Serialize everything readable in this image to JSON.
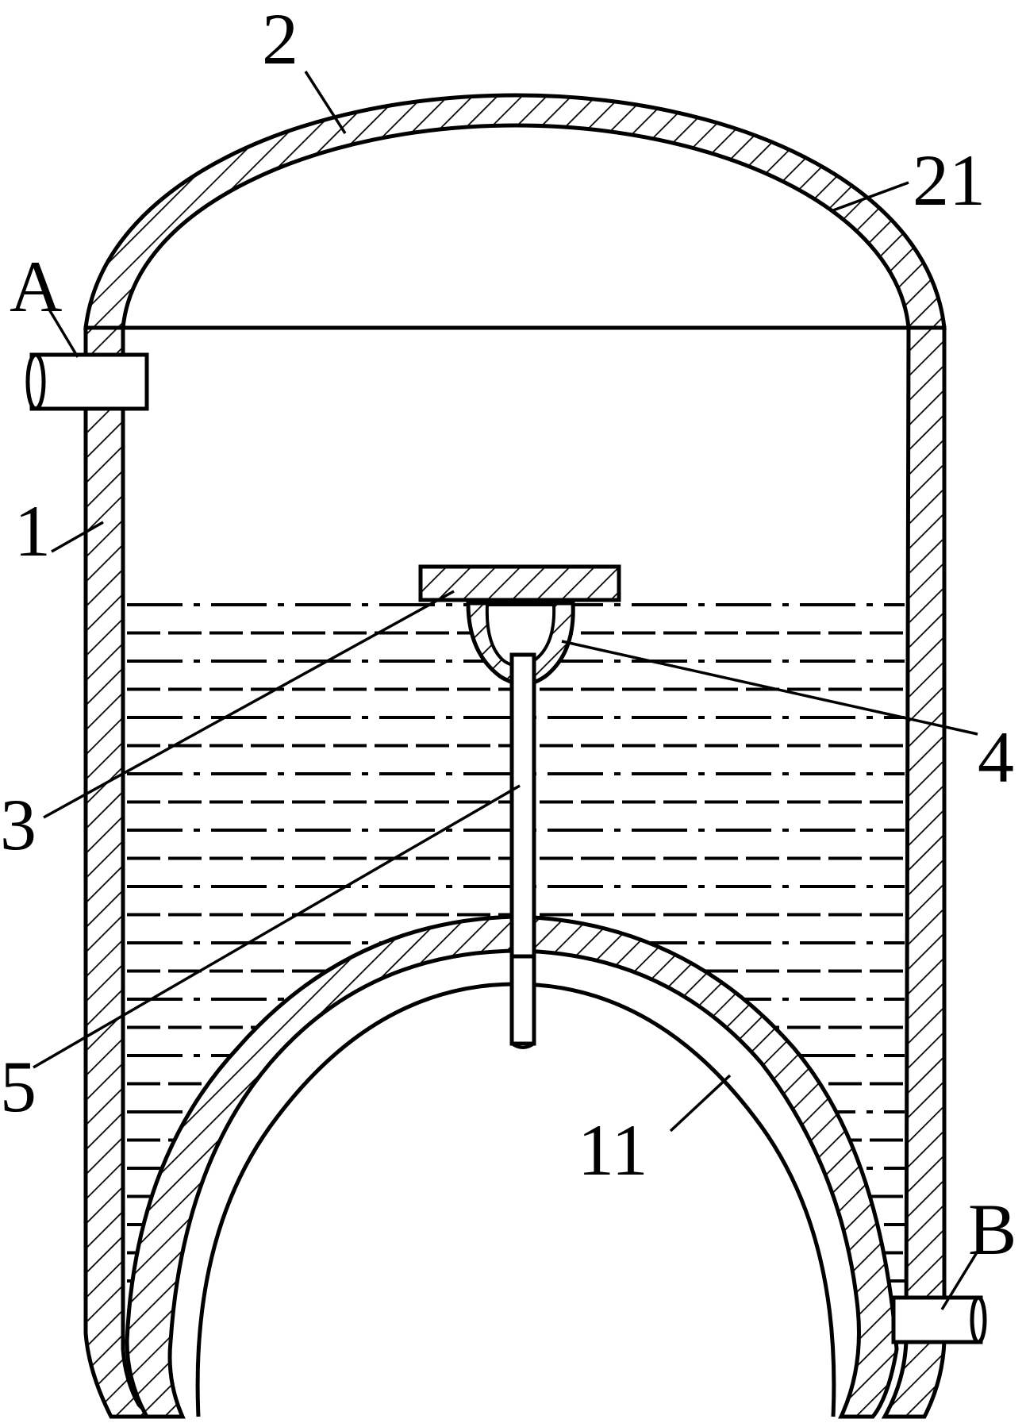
{
  "diagram": {
    "labels": {
      "l1": "1",
      "l2": "2",
      "l3": "3",
      "l4": "4",
      "l5": "5",
      "l11": "11",
      "l21": "21",
      "la": "A",
      "lb": "B"
    },
    "colors": {
      "ink": "#000000",
      "paper": "#ffffff"
    }
  }
}
